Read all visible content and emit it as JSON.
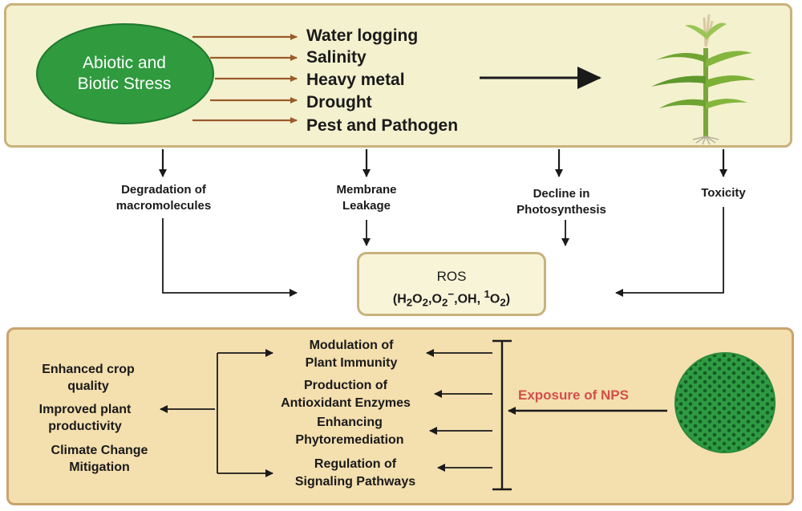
{
  "stress_source": {
    "line1": "Abiotic and",
    "line2": "Biotic Stress"
  },
  "stressors": [
    "Water logging",
    "Salinity",
    "Heavy metal",
    "Drought",
    "Pest and Pathogen"
  ],
  "effects": [
    {
      "line1": "Degradation of",
      "line2": "macromolecules"
    },
    {
      "line1": "Membrane",
      "line2": "Leakage"
    },
    {
      "line1": "Decline in",
      "line2": "Photosynthesis"
    },
    {
      "line1": "Toxicity",
      "line2": ""
    }
  ],
  "ros": {
    "title": "ROS",
    "formula_parts": [
      "(H",
      "2",
      "O",
      "2",
      ",O",
      "2",
      "−",
      ",OH, ",
      "1",
      "O",
      "2",
      ")"
    ]
  },
  "nps_label": "Exposure of NPS",
  "nps_responses": [
    {
      "line1": "Modulation of",
      "line2": "Plant Immunity"
    },
    {
      "line1": "Production of",
      "line2": "Antioxidant Enzymes"
    },
    {
      "line1": "Enhancing",
      "line2": "Phytoremediation"
    },
    {
      "line1": "Regulation of",
      "line2": "Signaling Pathways"
    }
  ],
  "outcomes": [
    {
      "line1": "Enhanced crop",
      "line2": "quality"
    },
    {
      "line1": "Improved plant",
      "line2": "productivity"
    },
    {
      "line1": "Climate Change",
      "line2": "Mitigation"
    }
  ],
  "colors": {
    "stress_arrow": "#9a5a2a",
    "ellipse": "#2f9a3e",
    "nps_label": "#d2504a",
    "nps_particle": "#2e9b43"
  },
  "icons": {
    "plant": "corn-plant-icon",
    "nanoparticle": "nanoparticle-sphere-icon"
  }
}
